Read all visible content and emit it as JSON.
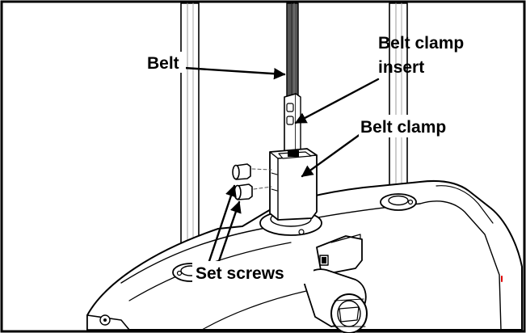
{
  "labels": {
    "belt": "Belt",
    "belt_clamp_insert_line1": "Belt clamp",
    "belt_clamp_insert_line2": "insert",
    "belt_clamp": "Belt clamp",
    "set_screws": "Set screws"
  }
}
